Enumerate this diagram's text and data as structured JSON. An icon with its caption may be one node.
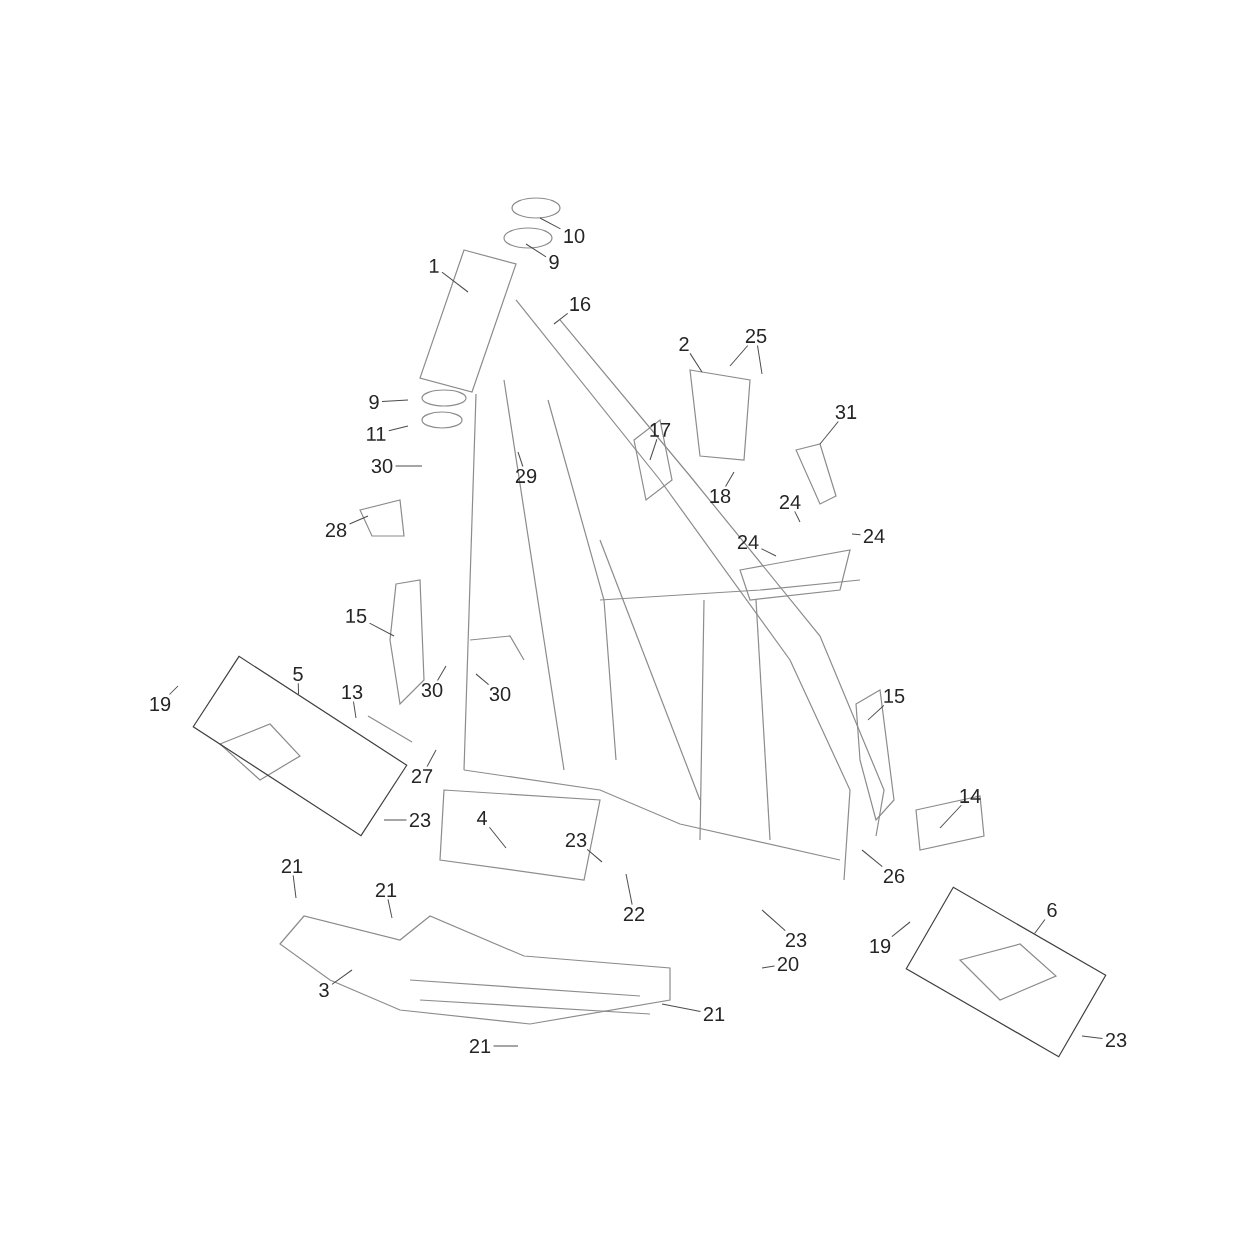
{
  "diagram": {
    "nodes": [
      {
        "text": [],
        "shape": "box"
      },
      {
        "text": [],
        "shape": "box"
      },
      {
        "text": [
          "10"
        ]
      },
      {
        "text": [
          "9"
        ]
      },
      {
        "text": [
          "1"
        ]
      },
      {
        "text": [
          "16"
        ]
      },
      {
        "text": [
          "2"
        ]
      },
      {
        "text": [
          "25"
        ]
      },
      {
        "text": [
          "9"
        ]
      },
      {
        "text": [
          "11"
        ]
      },
      {
        "text": [
          "17"
        ]
      },
      {
        "text": [
          "31"
        ]
      },
      {
        "text": [
          "30"
        ]
      },
      {
        "text": [
          "29"
        ]
      },
      {
        "text": [
          "18"
        ]
      },
      {
        "text": [
          "24"
        ]
      },
      {
        "text": [
          "28"
        ]
      },
      {
        "text": [
          "24"
        ]
      },
      {
        "text": [
          "24"
        ]
      },
      {
        "text": [
          "15"
        ]
      },
      {
        "text": [
          "5"
        ]
      },
      {
        "text": [
          "19"
        ]
      },
      {
        "text": [
          "13"
        ]
      },
      {
        "text": [
          "30"
        ]
      },
      {
        "text": [
          "30"
        ]
      },
      {
        "text": [
          "15"
        ]
      },
      {
        "text": [
          "27"
        ]
      },
      {
        "text": [
          "14"
        ]
      },
      {
        "text": [
          "23"
        ]
      },
      {
        "text": [
          "4"
        ]
      },
      {
        "text": [
          "23"
        ]
      },
      {
        "text": [
          "21"
        ]
      },
      {
        "text": [
          "21"
        ]
      },
      {
        "text": [
          "26"
        ]
      },
      {
        "text": [
          "6"
        ]
      },
      {
        "text": [
          "22"
        ]
      },
      {
        "text": [
          "23"
        ]
      },
      {
        "text": [
          "19"
        ]
      },
      {
        "text": [
          "20"
        ]
      },
      {
        "text": [
          "3"
        ]
      },
      {
        "text": [
          "23"
        ]
      },
      {
        "text": [
          "21"
        ]
      },
      {
        "text": [
          "21"
        ]
      }
    ],
    "edges": [
      {
        "from": 2,
        "to": null,
        "arrow": "none"
      },
      {
        "from": 3,
        "to": null,
        "arrow": "none"
      },
      {
        "from": 4,
        "to": null,
        "arrow": "none"
      },
      {
        "from": 5,
        "to": null,
        "arrow": "none"
      },
      {
        "from": 6,
        "to": null,
        "arrow": "none"
      },
      {
        "from": 7,
        "to": null,
        "arrow": "none"
      },
      {
        "from": 7,
        "to": null,
        "arrow": "none"
      },
      {
        "from": 8,
        "to": null,
        "arrow": "none"
      },
      {
        "from": 9,
        "to": null,
        "arrow": "none"
      },
      {
        "from": 10,
        "to": null,
        "arrow": "none"
      },
      {
        "from": 11,
        "to": null,
        "arrow": "none"
      },
      {
        "from": 12,
        "to": null,
        "arrow": "none"
      },
      {
        "from": 13,
        "to": null,
        "arrow": "none"
      },
      {
        "from": 14,
        "to": null,
        "arrow": "none"
      },
      {
        "from": 15,
        "to": null,
        "arrow": "none"
      },
      {
        "from": 16,
        "to": null,
        "arrow": "none"
      },
      {
        "from": 17,
        "to": null,
        "arrow": "none"
      },
      {
        "from": 18,
        "to": null,
        "arrow": "none"
      },
      {
        "from": 19,
        "to": null,
        "arrow": "none"
      },
      {
        "from": 20,
        "to": 0,
        "arrow": "none"
      },
      {
        "from": 21,
        "to": null,
        "arrow": "none"
      },
      {
        "from": 22,
        "to": null,
        "arrow": "none"
      },
      {
        "from": 23,
        "to": null,
        "arrow": "none"
      },
      {
        "from": 24,
        "to": null,
        "arrow": "none"
      },
      {
        "from": 25,
        "to": null,
        "arrow": "none"
      },
      {
        "from": 26,
        "to": null,
        "arrow": "none"
      },
      {
        "from": 27,
        "to": null,
        "arrow": "none"
      },
      {
        "from": 28,
        "to": null,
        "arrow": "none"
      },
      {
        "from": 29,
        "to": null,
        "arrow": "none"
      },
      {
        "from": 30,
        "to": null,
        "arrow": "none"
      },
      {
        "from": 31,
        "to": null,
        "arrow": "none"
      },
      {
        "from": 32,
        "to": null,
        "arrow": "none"
      },
      {
        "from": 33,
        "to": null,
        "arrow": "none"
      },
      {
        "from": 34,
        "to": 1,
        "arrow": "none"
      },
      {
        "from": 35,
        "to": null,
        "arrow": "none"
      },
      {
        "from": 36,
        "to": null,
        "arrow": "none"
      },
      {
        "from": 37,
        "to": null,
        "arrow": "none"
      },
      {
        "from": 38,
        "to": null,
        "arrow": "none"
      },
      {
        "from": 39,
        "to": null,
        "arrow": "none"
      },
      {
        "from": 40,
        "to": null,
        "arrow": "none"
      },
      {
        "from": 41,
        "to": null,
        "arrow": "none"
      },
      {
        "from": 42,
        "to": null,
        "arrow": "none"
      }
    ]
  }
}
